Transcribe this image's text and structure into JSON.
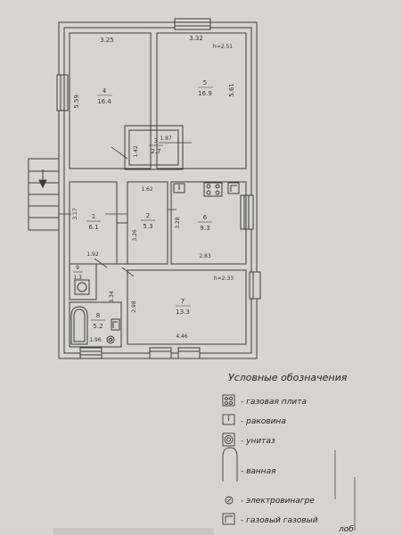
{
  "rooms": [
    {
      "number": "4",
      "area": "16.4",
      "dim_top": "3.25",
      "dim_side": "5.59"
    },
    {
      "number": "5",
      "area": "16.9",
      "dim_top": "3.32",
      "dim_side": "5.61",
      "height": "h=2.51"
    },
    {
      "number": "3",
      "area": "2.7",
      "dim_top": "1.87",
      "dim_side": "1.42"
    },
    {
      "number": "1",
      "area": "6.1",
      "dim_side": "3.17",
      "dim_bottom": "1.92"
    },
    {
      "number": "2",
      "area": "5.3",
      "dim_top": "1.62",
      "dim_side": "3.26"
    },
    {
      "number": "6",
      "area": "9.3",
      "dim_side": "3.28",
      "dim_bottom": "2.83"
    },
    {
      "number": "9",
      "area": "1.3"
    },
    {
      "number": "8",
      "area": "5.2",
      "dim_side": "3.34",
      "dim_bottom": "1.96"
    },
    {
      "number": "7",
      "area": "13.3",
      "dim_side": "2.98",
      "dim_bottom": "4.46",
      "height": "h=2.33"
    }
  ],
  "legend": {
    "title": "Условные обозначения",
    "items": [
      {
        "icon": "gas-stove-icon",
        "label": "- газовая плита"
      },
      {
        "icon": "sink-icon",
        "label": "- раковина"
      },
      {
        "icon": "toilet-icon",
        "label": "- унитаз"
      },
      {
        "icon": "bathtub-icon",
        "label": "- ванная"
      },
      {
        "icon": "electric-heater-icon",
        "label": "- электровинагре"
      },
      {
        "icon": "gas-boiler-icon",
        "label": "- газовый газовый"
      }
    ],
    "footer_fragment": "лоб"
  },
  "colors": {
    "line": "#3a3a3a",
    "paper": "#d7d5d3"
  }
}
